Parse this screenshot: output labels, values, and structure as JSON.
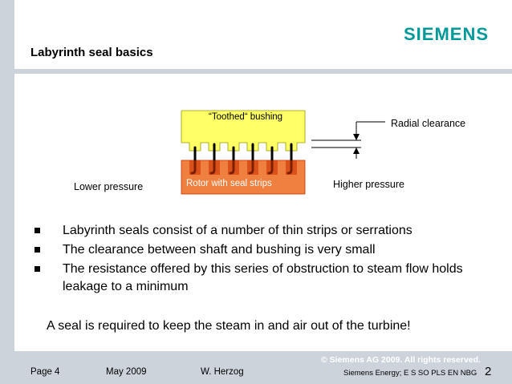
{
  "brand": {
    "logo_text": "SIEMENS",
    "color": "#009999"
  },
  "slide": {
    "title": "Labyrinth seal basics"
  },
  "diagram": {
    "bushing_label": "“Toothed“ bushing",
    "rotor_label": "Rotor with seal strips",
    "radial_clearance": "Radial clearance",
    "lower_pressure": "Lower pressure",
    "higher_pressure": "Higher pressure",
    "colors": {
      "bushing": "#ffff66",
      "rotor": "#f08040",
      "rotor_outline": "#cc3300",
      "strip": "#000000"
    }
  },
  "bullets": [
    "Labyrinth seals consist of a number of thin strips or serrations",
    "The clearance between shaft and bushing is very small",
    "The resistance offered by this series of obstruction to steam flow holds leakage to a minimum"
  ],
  "summary": "A seal is required to keep the steam in and air out of the turbine!",
  "footer": {
    "copyright": "© Siemens AG 2009. All rights reserved.",
    "page": "Page 4",
    "date": "May 2009",
    "author": "W. Herzog",
    "org": "Siemens Energy; E S SO PLS EN NBG",
    "slide_number": "2"
  }
}
